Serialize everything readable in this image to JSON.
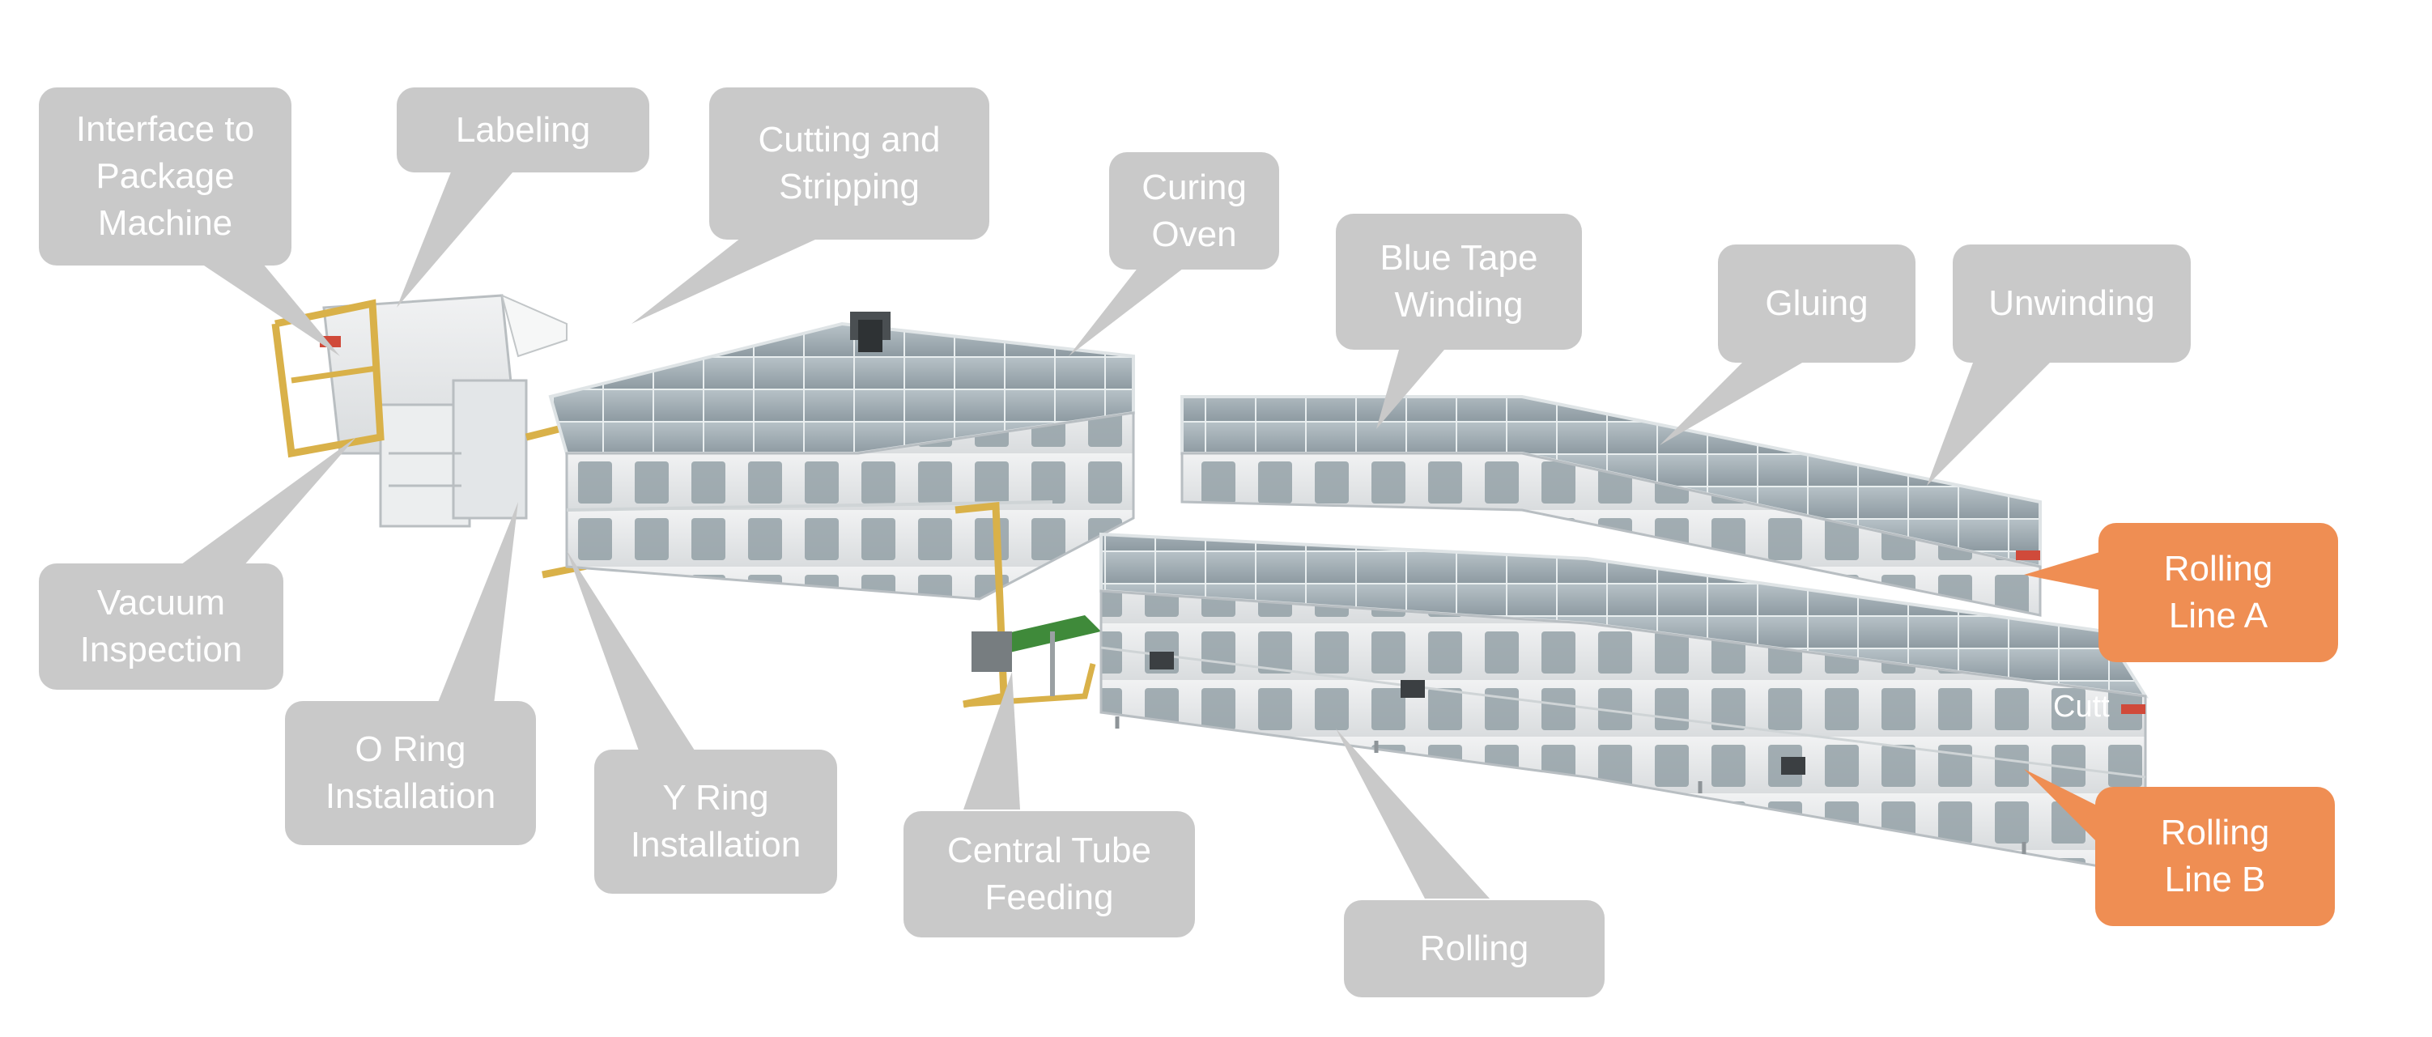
{
  "colors": {
    "callout_gray": "#c9c9c9",
    "callout_orange": "#ef8e53",
    "machine_body": "#e6e8e9",
    "glass_panel": "#9aa7ae",
    "frame_yellow": "#d9b149",
    "conveyor_green": "#3f8a3a"
  },
  "callouts": {
    "interface": "Interface to\nPackage\nMachine",
    "labeling": "Labeling",
    "cutting": "Cutting and\nStripping",
    "curing": "Curing\nOven",
    "blue_tape": "Blue Tape\nWinding",
    "gluing": "Gluing",
    "unwinding": "Unwinding",
    "rolling_a": "Rolling\nLine A",
    "rolling_b": "Rolling\nLine B",
    "vacuum": "Vacuum\nInspection",
    "o_ring": "O Ring\nInstallation",
    "y_ring": "Y Ring\nInstallation",
    "central_tube": "Central Tube\nFeeding",
    "rolling": "Rolling"
  },
  "stray_label": "Cutt"
}
